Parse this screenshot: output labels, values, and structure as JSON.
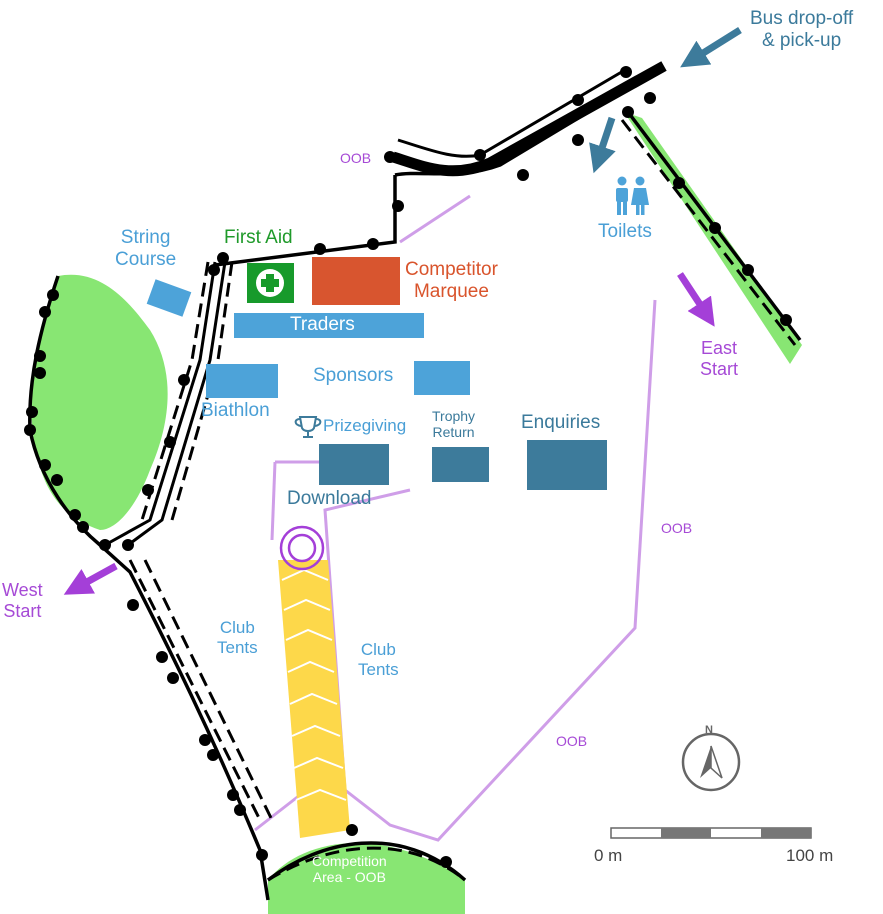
{
  "labels": {
    "bus": "Bus drop-off\n& pick-up",
    "oob_top": "OOB",
    "toilets": "Toilets",
    "string_course": "String\nCourse",
    "first_aid": "First Aid",
    "competitor_marquee": "Competitor\nMarquee",
    "traders": "Traders",
    "east_start": "East\nStart",
    "sponsors": "Sponsors",
    "biathlon": "Biathlon",
    "prizegiving": "Prizegiving",
    "trophy_return": "Trophy\nReturn",
    "enquiries": "Enquiries",
    "download": "Download",
    "oob_right": "OOB",
    "west_start": "West\nStart",
    "club_tents_left": "Club\nTents",
    "club_tents_right": "Club\nTents",
    "oob_bottom": "OOB",
    "competition_area": "Competition\nArea - OOB",
    "compass_n": "N"
  },
  "scale_bar": {
    "start_label": "0 m",
    "end_label": "100 m"
  },
  "colors": {
    "green_area": "#88e673",
    "traders_blue": "#4da3d9",
    "enquiries_steel": "#3d7b9b",
    "marquee_orange": "#d8552f",
    "first_aid_green": "#179a2b",
    "run_yellow": "#fdd84a",
    "oob_line": "#cf9ee8",
    "arrow_purple": "#a43fd8",
    "arrow_steel": "#3d7b9b"
  },
  "icons": [
    "first-aid-cross-icon",
    "toilets-icon",
    "trophy-icon",
    "finish-circle-icon",
    "north-arrow-icon"
  ]
}
